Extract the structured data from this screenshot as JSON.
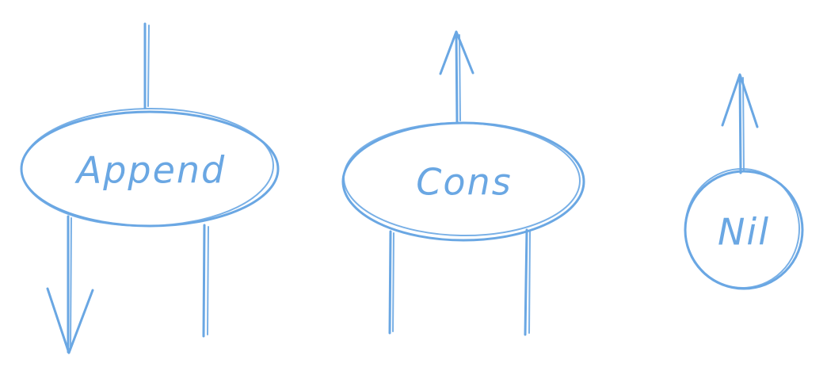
{
  "colors": {
    "ink": "#6aa7e3",
    "background": "#ffffff"
  },
  "nodes": [
    {
      "id": "append",
      "label": "Append",
      "shape": "ellipse"
    },
    {
      "id": "cons",
      "label": "Cons",
      "shape": "ellipse"
    },
    {
      "id": "nil",
      "label": "Nil",
      "shape": "circle"
    }
  ]
}
